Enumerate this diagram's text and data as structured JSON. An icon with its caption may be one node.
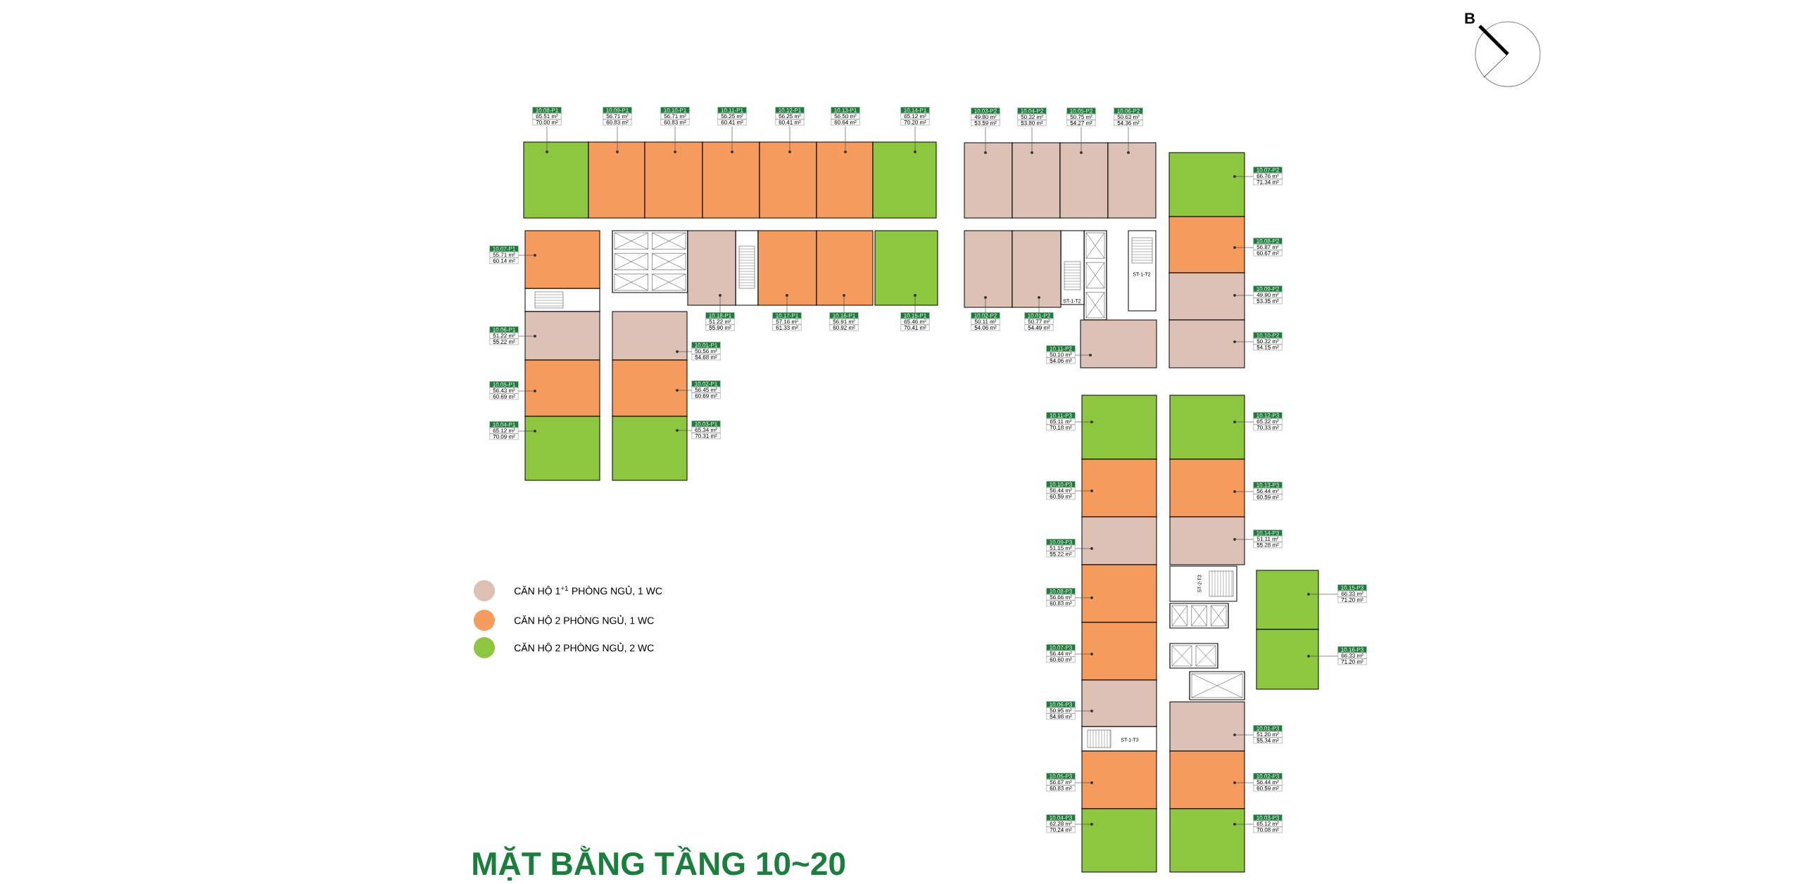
{
  "diagram": {
    "title": "MẶT BẰNG TẦNG 10~20",
    "nodes": [
      {
        "text": [
          "10.08-P1",
          "65.51 m²",
          "70.00 m²"
        ]
      },
      {
        "text": [],
        "shape": "box"
      },
      {
        "text": [],
        "shape": "circle",
        "in": 1
      },
      {
        "text": [
          "10.09-P1",
          "56.71 m²",
          "60.83 m²"
        ]
      },
      {
        "text": [],
        "shape": "box"
      },
      {
        "text": [],
        "shape": "circle",
        "in": 4
      },
      {
        "text": [
          "10.10-P1",
          "56.71 m²",
          "60.83 m²"
        ]
      },
      {
        "text": [],
        "shape": "box"
      },
      {
        "text": [],
        "shape": "circle",
        "in": 7
      },
      {
        "text": [
          "10.11-P1",
          "56.25 m²",
          "60.41 m²"
        ]
      },
      {
        "text": [],
        "shape": "box"
      },
      {
        "text": [],
        "shape": "circle",
        "in": 10
      },
      {
        "text": [
          "10.12-P1",
          "56.25 m²",
          "60.41 m²"
        ]
      },
      {
        "text": [],
        "shape": "box"
      },
      {
        "text": [],
        "shape": "circle",
        "in": 13
      },
      {
        "text": [
          "10.13-P1",
          "56.50 m²",
          "60.64 m²"
        ]
      },
      {
        "text": [],
        "shape": "box"
      },
      {
        "text": [],
        "shape": "circle",
        "in": 16
      },
      {
        "text": [
          "10.14-P1",
          "65.12 m²",
          "70.20 m²"
        ]
      },
      {
        "text": [],
        "shape": "box"
      },
      {
        "text": [],
        "shape": "circle",
        "in": 19
      },
      {
        "text": [
          "10.07-P1",
          "55.71 m²",
          "60.14 m²"
        ]
      },
      {
        "text": [],
        "shape": "box"
      },
      {
        "text": [],
        "shape": "circle",
        "in": 22
      },
      {
        "text": [
          "10.18-P1",
          "51.22 m²",
          "55.90 m²"
        ]
      },
      {
        "text": [],
        "shape": "box"
      },
      {
        "text": [],
        "shape": "circle",
        "in": 25
      },
      {
        "text": [
          "10.17-P1",
          "57.16 m²",
          "61.33 m²"
        ]
      },
      {
        "text": [],
        "shape": "box"
      },
      {
        "text": [],
        "shape": "circle",
        "in": 28
      },
      {
        "text": [
          "10.16-P1",
          "56.91 m²",
          "60.92 m²"
        ]
      },
      {
        "text": [],
        "shape": "box"
      },
      {
        "text": [],
        "shape": "circle",
        "in": 31
      },
      {
        "text": [
          "10.15-P1",
          "65.46 m²",
          "70.41 m²"
        ]
      },
      {
        "text": [],
        "shape": "box"
      },
      {
        "text": [],
        "shape": "circle",
        "in": 34
      },
      {
        "text": [
          "10.06-P1",
          "51.22 m²",
          "55.22 m²"
        ]
      },
      {
        "text": [],
        "shape": "box"
      },
      {
        "text": [],
        "shape": "circle",
        "in": 37
      },
      {
        "text": [
          "10.01-P1",
          "50.56 m²",
          "54.68 m²"
        ]
      },
      {
        "text": [],
        "shape": "box"
      },
      {
        "text": [],
        "shape": "circle",
        "in": 40
      },
      {
        "text": [
          "10.05-P1",
          "56.43 m²",
          "60.69 m²"
        ]
      },
      {
        "text": [],
        "shape": "box"
      },
      {
        "text": [],
        "shape": "circle",
        "in": 43
      },
      {
        "text": [
          "10.02-P1",
          "56.45 m²",
          "60.69 m²"
        ]
      },
      {
        "text": [],
        "shape": "box"
      },
      {
        "text": [],
        "shape": "circle",
        "in": 46
      },
      {
        "text": [
          "10.04-P1",
          "65.12 m²",
          "70.09 m²"
        ]
      },
      {
        "text": [],
        "shape": "box"
      },
      {
        "text": [],
        "shape": "circle",
        "in": 49
      },
      {
        "text": [
          "10.03-P1",
          "65.34 m²",
          "70.31 m²"
        ]
      },
      {
        "text": [],
        "shape": "box"
      },
      {
        "text": [],
        "shape": "circle",
        "in": 52
      },
      {
        "text": [
          "10.03-P2",
          "49.80 m²",
          "53.59 m²"
        ]
      },
      {
        "text": [],
        "shape": "box"
      },
      {
        "text": [],
        "shape": "circle",
        "in": 55
      },
      {
        "text": [
          "10.04-P2",
          "50.32 m²",
          "53.80 m²"
        ]
      },
      {
        "text": [],
        "shape": "box"
      },
      {
        "text": [],
        "shape": "circle",
        "in": 58
      },
      {
        "text": [
          "10.05-P2",
          "50.75 m²",
          "54.27 m²"
        ]
      },
      {
        "text": [],
        "shape": "box"
      },
      {
        "text": [],
        "shape": "circle",
        "in": 61
      },
      {
        "text": [
          "10.06-P2",
          "50.63 m²",
          "54.36 m²"
        ]
      },
      {
        "text": [],
        "shape": "box"
      },
      {
        "text": [],
        "shape": "circle",
        "in": 64
      },
      {
        "text": [
          "10.07-P2",
          "66.76 m²",
          "71.34 m²"
        ]
      },
      {
        "text": [],
        "shape": "box"
      },
      {
        "text": [],
        "shape": "circle",
        "in": 67
      },
      {
        "text": [
          "10.08-P2",
          "56.87 m²",
          "60.67 m²"
        ]
      },
      {
        "text": [],
        "shape": "box"
      },
      {
        "text": [],
        "shape": "circle",
        "in": 70
      },
      {
        "text": [
          "10.02-P2",
          "50.11 m²",
          "54.06 m²"
        ]
      },
      {
        "text": [],
        "shape": "box"
      },
      {
        "text": [],
        "shape": "circle",
        "in": 73
      },
      {
        "text": [
          "10.01-P2",
          "50.77 m²",
          "54.49 m²"
        ]
      },
      {
        "text": [],
        "shape": "box"
      },
      {
        "text": [],
        "shape": "circle",
        "in": 76
      },
      {
        "text": [
          "10.09-P2",
          "49.90 m²",
          "53.35 m²"
        ]
      },
      {
        "text": [],
        "shape": "box"
      },
      {
        "text": [],
        "shape": "circle",
        "in": 79
      },
      {
        "text": [
          "10.11-P2",
          "50.10 m²",
          "54.06 m²"
        ]
      },
      {
        "text": [],
        "shape": "box"
      },
      {
        "text": [],
        "shape": "circle",
        "in": 82
      },
      {
        "text": [
          "10.10-P2",
          "50.32 m²",
          "54.15 m²"
        ]
      },
      {
        "text": [],
        "shape": "box"
      },
      {
        "text": [],
        "shape": "circle",
        "in": 85
      },
      {
        "text": [
          "10.11-P3",
          "65.11 m²",
          "70.18 m²"
        ]
      },
      {
        "text": [],
        "shape": "box"
      },
      {
        "text": [],
        "shape": "circle",
        "in": 88
      },
      {
        "text": [
          "10.12-P3",
          "65.32 m²",
          "70.33 m²"
        ]
      },
      {
        "text": [],
        "shape": "box"
      },
      {
        "text": [],
        "shape": "circle",
        "in": 91
      },
      {
        "text": [
          "10.10-P3",
          "56.44 m²",
          "60.59 m²"
        ]
      },
      {
        "text": [],
        "shape": "box"
      },
      {
        "text": [],
        "shape": "circle",
        "in": 94
      },
      {
        "text": [
          "10.13-P3",
          "56.44 m²",
          "60.59 m²"
        ]
      },
      {
        "text": [],
        "shape": "box"
      },
      {
        "text": [],
        "shape": "circle",
        "in": 97
      },
      {
        "text": [
          "10.09-P3",
          "51.15 m²",
          "55.22 m²"
        ]
      },
      {
        "text": [],
        "shape": "box"
      },
      {
        "text": [],
        "shape": "circle",
        "in": 100
      },
      {
        "text": [
          "10.14-P3",
          "51.11 m²",
          "55.28 m²"
        ]
      },
      {
        "text": [],
        "shape": "box"
      },
      {
        "text": [],
        "shape": "circle",
        "in": 103
      },
      {
        "text": [
          "10.08-P3",
          "56.66 m²",
          "60.83 m²"
        ]
      },
      {
        "text": [],
        "shape": "box"
      },
      {
        "text": [],
        "shape": "circle",
        "in": 106
      },
      {
        "text": [
          "10.15-P3",
          "66.33 m²",
          "71.20 m²"
        ]
      },
      {
        "text": [],
        "shape": "box"
      },
      {
        "text": [],
        "shape": "circle",
        "in": 109
      },
      {
        "text": [
          "10.07-P3",
          "56.44 m²",
          "60.60 m²"
        ]
      },
      {
        "text": [],
        "shape": "box"
      },
      {
        "text": [],
        "shape": "circle",
        "in": 112
      },
      {
        "text": [
          "10.16-P3",
          "66.33 m²",
          "71.20 m²"
        ]
      },
      {
        "text": [],
        "shape": "box"
      },
      {
        "text": [],
        "shape": "circle",
        "in": 115
      },
      {
        "text": [
          "10.06-P3",
          "50.95 m²",
          "54.98 m²"
        ]
      },
      {
        "text": [],
        "shape": "box"
      },
      {
        "text": [],
        "shape": "circle",
        "in": 118
      },
      {
        "text": [
          "10.01-P3",
          "51.20 m²",
          "55.34 m²"
        ]
      },
      {
        "text": [],
        "shape": "box"
      },
      {
        "text": [],
        "shape": "circle",
        "in": 121
      },
      {
        "text": [
          "10.05-P3",
          "56.67 m²",
          "60.83 m²"
        ]
      },
      {
        "text": [],
        "shape": "box"
      },
      {
        "text": [],
        "shape": "circle",
        "in": 124
      },
      {
        "text": [
          "10.02-P3",
          "56.44 m²",
          "60.59 m²"
        ]
      },
      {
        "text": [],
        "shape": "box"
      },
      {
        "text": [],
        "shape": "circle",
        "in": 127
      },
      {
        "text": [
          "10.04-P3",
          "62.28 m²",
          "70.24 m²"
        ]
      },
      {
        "text": [],
        "shape": "box"
      },
      {
        "text": [],
        "shape": "circle",
        "in": 130
      },
      {
        "text": [
          "10.03-P3",
          "65.12 m²",
          "70.08 m²"
        ]
      },
      {
        "text": [],
        "shape": "box"
      },
      {
        "text": [],
        "shape": "circle",
        "in": 133
      }
    ],
    "edges": [
      {
        "from": 0,
        "to": 2,
        "arrow": "none"
      },
      {
        "from": 3,
        "to": 5,
        "arrow": "none"
      },
      {
        "from": 6,
        "to": 8,
        "arrow": "none"
      },
      {
        "from": 9,
        "to": 11,
        "arrow": "none"
      },
      {
        "from": 12,
        "to": 14,
        "arrow": "none"
      },
      {
        "from": 15,
        "to": 17,
        "arrow": "none"
      },
      {
        "from": 18,
        "to": 20,
        "arrow": "none"
      },
      {
        "from": 21,
        "to": 23,
        "arrow": "none"
      },
      {
        "from": 24,
        "to": 26,
        "arrow": "none"
      },
      {
        "from": 27,
        "to": 29,
        "arrow": "none"
      },
      {
        "from": 30,
        "to": 32,
        "arrow": "none"
      },
      {
        "from": 33,
        "to": 35,
        "arrow": "none"
      },
      {
        "from": 36,
        "to": 38,
        "arrow": "none"
      },
      {
        "from": 39,
        "to": 41,
        "arrow": "none"
      },
      {
        "from": 42,
        "to": 44,
        "arrow": "none"
      },
      {
        "from": 45,
        "to": 47,
        "arrow": "none"
      },
      {
        "from": 48,
        "to": 50,
        "arrow": "none"
      },
      {
        "from": 51,
        "to": 53,
        "arrow": "none"
      },
      {
        "from": 54,
        "to": 56,
        "arrow": "none"
      },
      {
        "from": 57,
        "to": 59,
        "arrow": "none"
      },
      {
        "from": 60,
        "to": 62,
        "arrow": "none"
      },
      {
        "from": 63,
        "to": 65,
        "arrow": "none"
      },
      {
        "from": 66,
        "to": 68,
        "arrow": "none"
      },
      {
        "from": 69,
        "to": 71,
        "arrow": "none"
      },
      {
        "from": 72,
        "to": 74,
        "arrow": "none"
      },
      {
        "from": 75,
        "to": 77,
        "arrow": "none"
      },
      {
        "from": 78,
        "to": 80,
        "arrow": "none"
      },
      {
        "from": 81,
        "to": 83,
        "arrow": "none"
      },
      {
        "from": 84,
        "to": 86,
        "arrow": "none"
      },
      {
        "from": 87,
        "to": 89,
        "arrow": "none"
      },
      {
        "from": 90,
        "to": 92,
        "arrow": "none"
      },
      {
        "from": 93,
        "to": 95,
        "arrow": "none"
      },
      {
        "from": 96,
        "to": 98,
        "arrow": "none"
      },
      {
        "from": 99,
        "to": 101,
        "arrow": "none"
      },
      {
        "from": 102,
        "to": 104,
        "arrow": "none"
      },
      {
        "from": 105,
        "to": 107,
        "arrow": "none"
      },
      {
        "from": 108,
        "to": 110,
        "arrow": "none"
      },
      {
        "from": 111,
        "to": 113,
        "arrow": "none"
      },
      {
        "from": 114,
        "to": 116,
        "arrow": "none"
      },
      {
        "from": 117,
        "to": 119,
        "arrow": "none"
      },
      {
        "from": 120,
        "to": 122,
        "arrow": "none"
      },
      {
        "from": 123,
        "to": 125,
        "arrow": "none"
      },
      {
        "from": 126,
        "to": 128,
        "arrow": "none"
      },
      {
        "from": 129,
        "to": 131,
        "arrow": "none"
      },
      {
        "from": 132,
        "to": 134,
        "arrow": "none"
      }
    ],
    "labels": [
      "ST-1-T2",
      "ST-1-T2",
      "ST-2-T3",
      "ST-1-T3",
      "B"
    ],
    "legend": [
      {
        "text": "CĂN HỘ 1$^{+1}$ PHÒNG NGỦ, 1 WC",
        "color": "#dcc1b4"
      },
      {
        "text": "CĂN HỘ 2 PHÒNG NGỦ, 1 WC",
        "color": "#f59b5e"
      },
      {
        "text": "CĂN HỘ 2 PHÒNG NGỦ, 2 WC",
        "color": "#8dc63f"
      }
    ]
  }
}
